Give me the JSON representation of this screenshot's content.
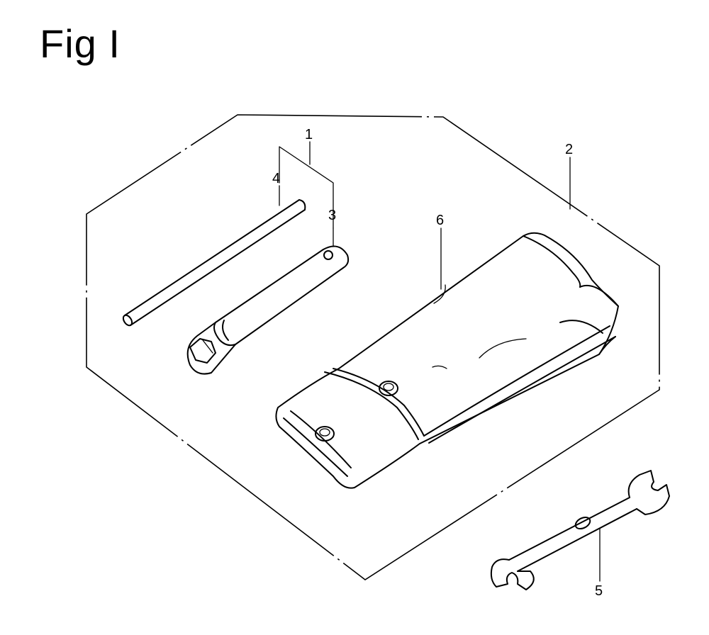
{
  "title": "Fig I",
  "callouts": [
    {
      "id": "1",
      "label": "1"
    },
    {
      "id": "2",
      "label": "2"
    },
    {
      "id": "3",
      "label": "3"
    },
    {
      "id": "4",
      "label": "4"
    },
    {
      "id": "5",
      "label": "5"
    },
    {
      "id": "6",
      "label": "6"
    }
  ]
}
